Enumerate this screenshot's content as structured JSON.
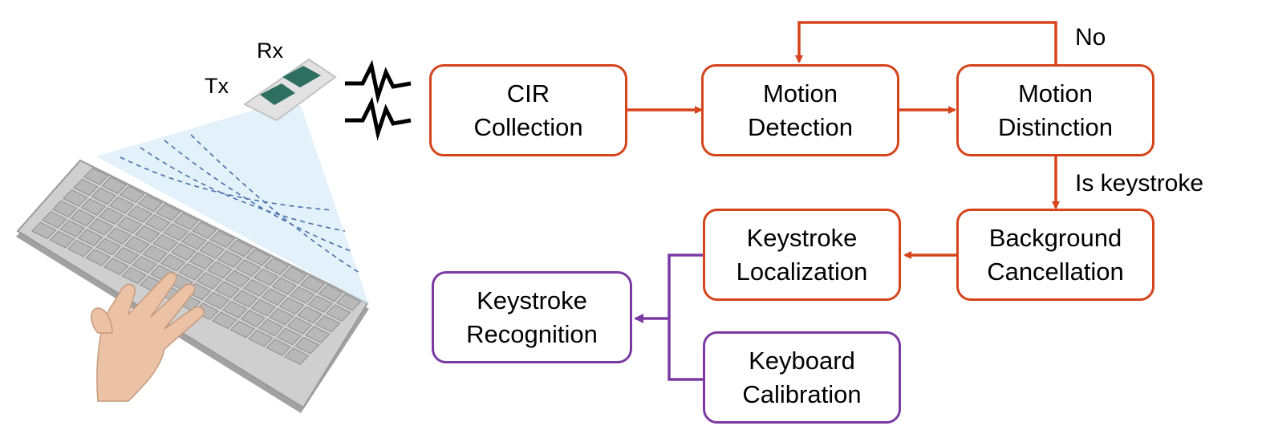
{
  "labels": {
    "tx": "Tx",
    "rx": "Rx",
    "no": "No",
    "is_keystroke": "Is keystroke"
  },
  "boxes": {
    "cir_collection": "CIR\nCollection",
    "motion_detection": "Motion\nDetection",
    "motion_distinction": "Motion\nDistinction",
    "background_cancellation": "Background\nCancellation",
    "keystroke_localization": "Keystroke\nLocalization",
    "keystroke_recognition": "Keystroke\nRecognition",
    "keyboard_calibration": "Keyboard\nCalibration"
  },
  "colors": {
    "pipeline_red": "#d5441b",
    "purple": "#7b3aa3",
    "signal_beam": "#cfe7f7",
    "keyboard_gray": "#b9b9b9",
    "hand": "#ebc2a6",
    "antenna_green": "#2e6f62"
  },
  "icons": [
    "keyboard-illustration",
    "hand-illustration",
    "antenna-module-icon",
    "signal-wave-icon"
  ]
}
